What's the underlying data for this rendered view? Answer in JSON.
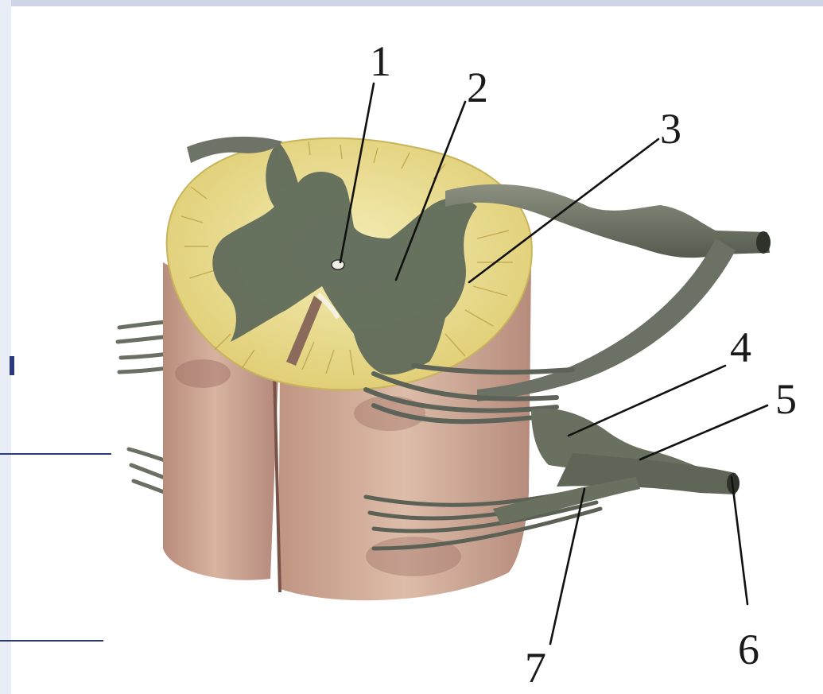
{
  "labels": [
    {
      "id": "1",
      "text": "1"
    },
    {
      "id": "2",
      "text": "2"
    },
    {
      "id": "3",
      "text": "3"
    },
    {
      "id": "4",
      "text": "4"
    },
    {
      "id": "5",
      "text": "5"
    },
    {
      "id": "6",
      "text": "6"
    },
    {
      "id": "7",
      "text": "7"
    }
  ],
  "colors": {
    "white_matter": "#e9dc8a",
    "gray_matter": "#5f6a5b",
    "cord_body": "#c9a08a",
    "nerve": "#6f7568",
    "slide_rule": "#2b3a7a"
  }
}
